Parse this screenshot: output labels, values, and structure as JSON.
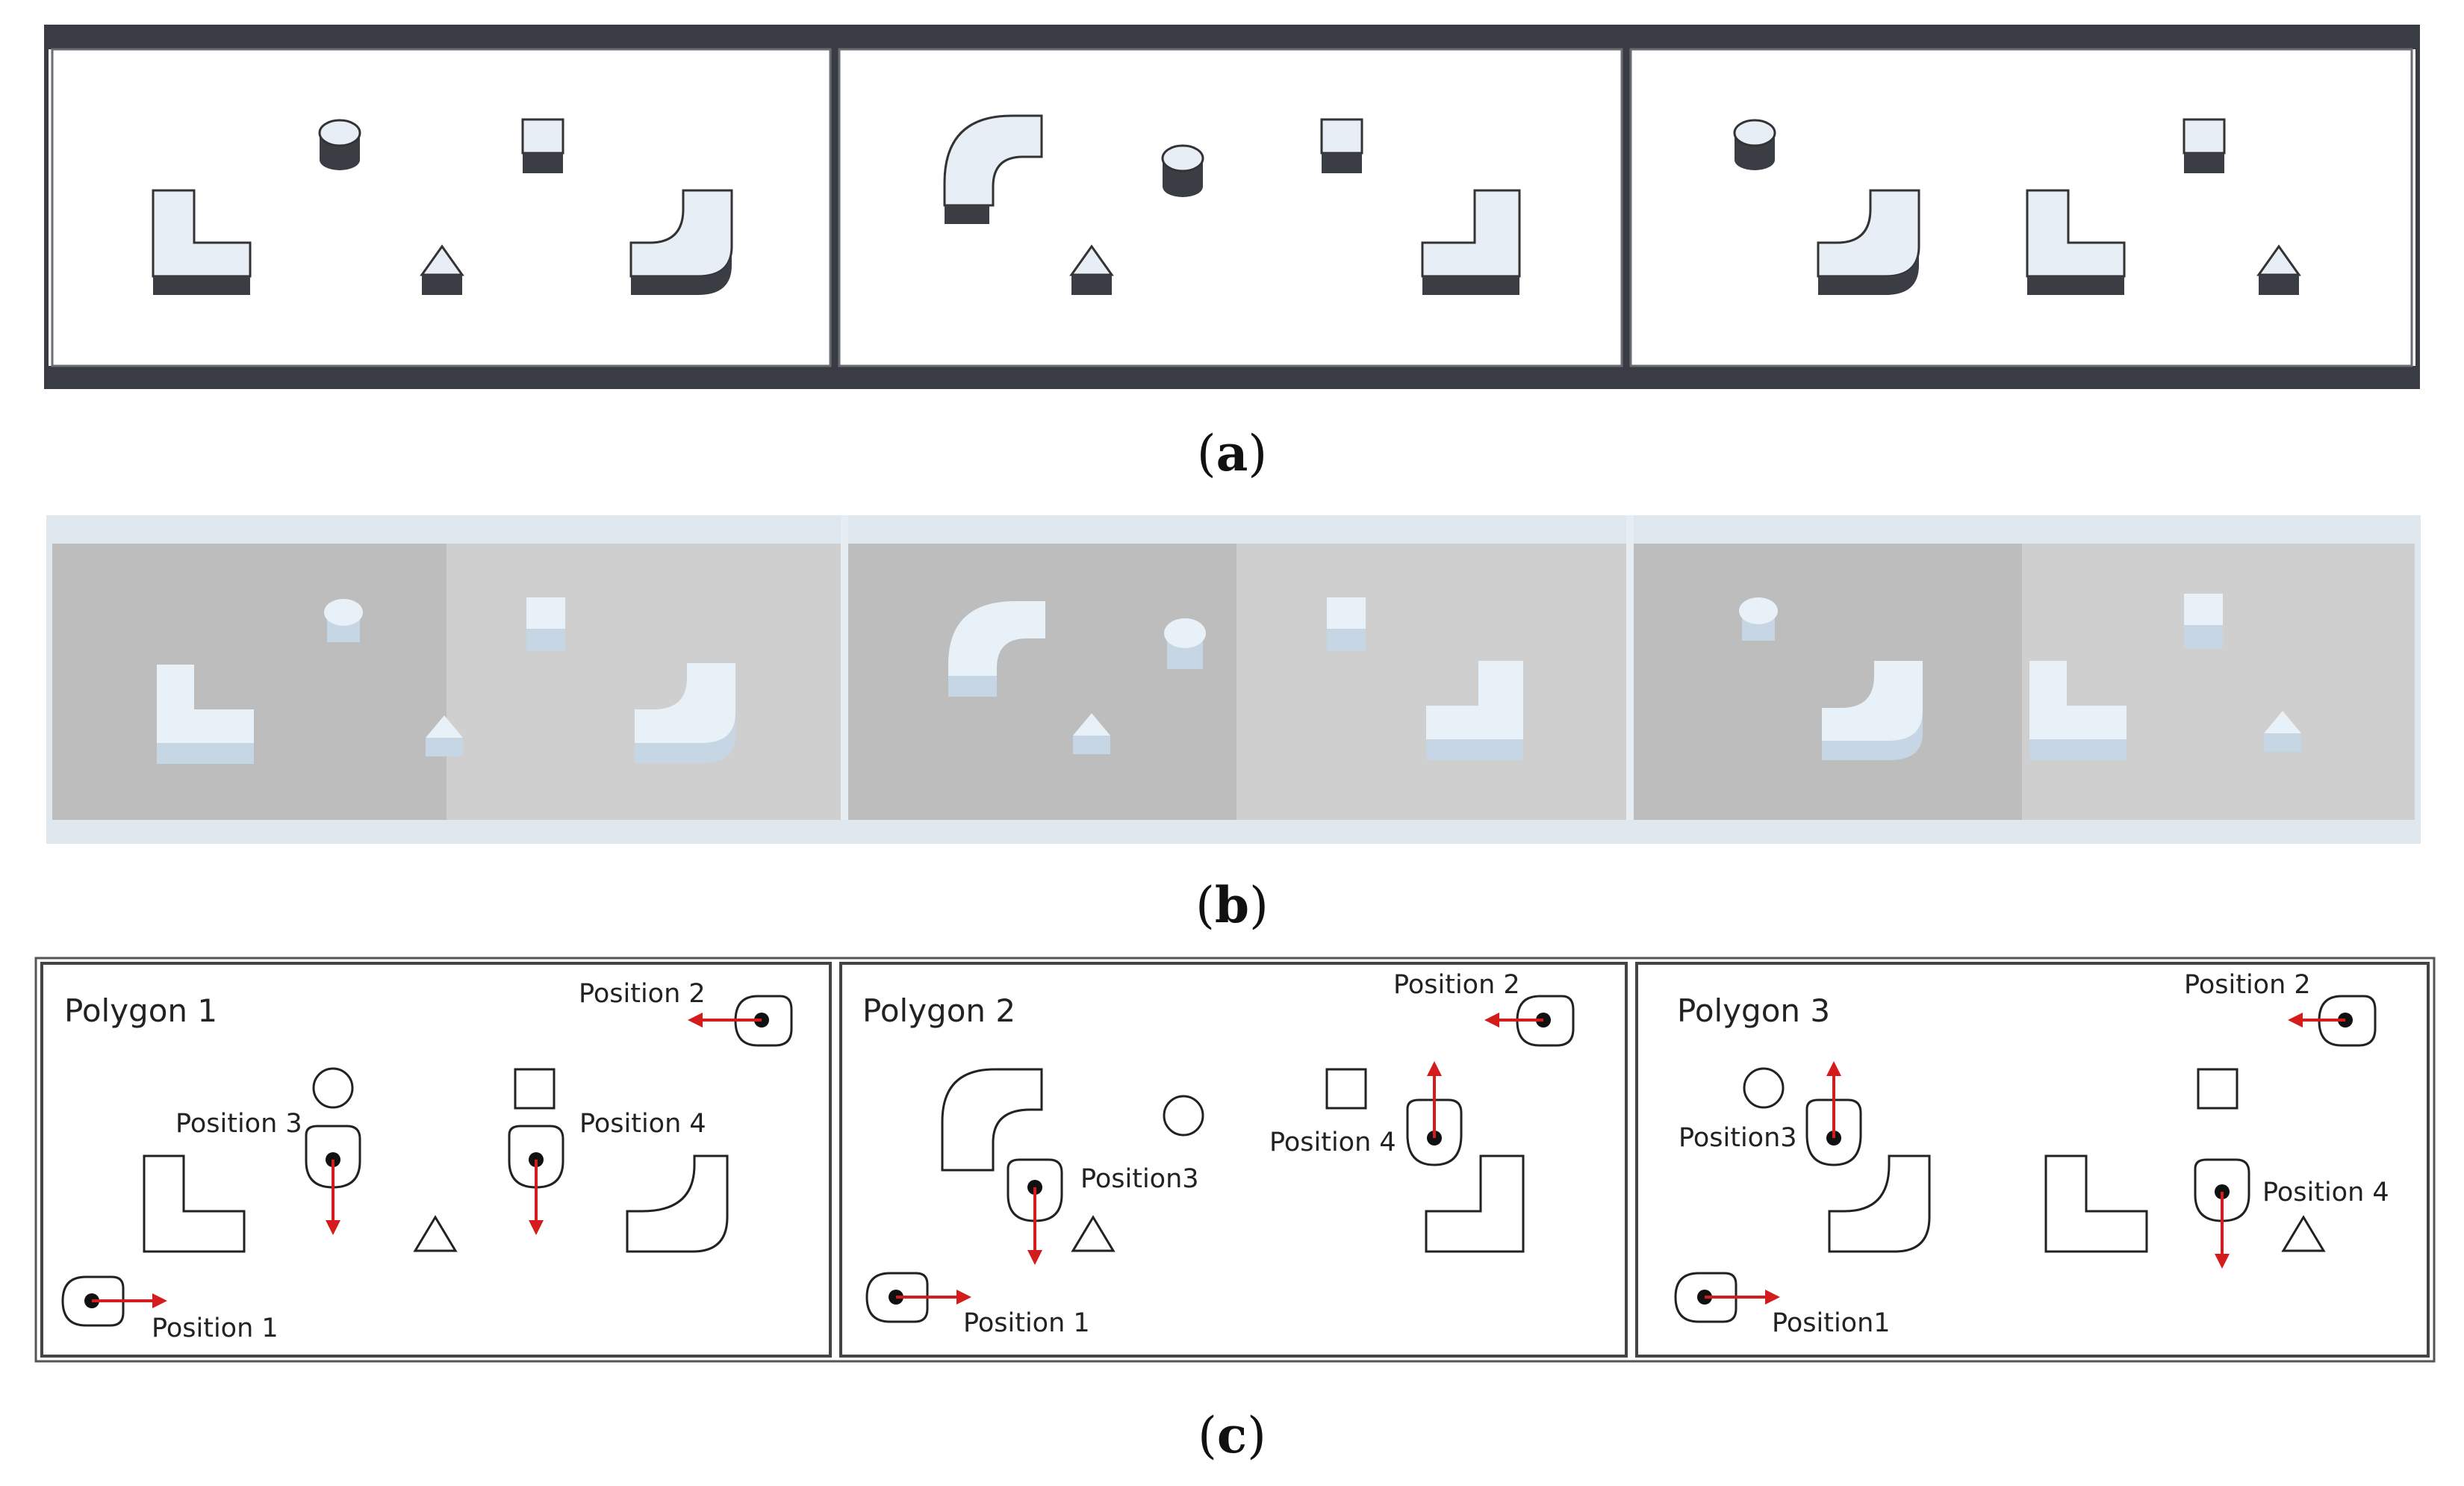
{
  "captions": {
    "a": {
      "letter": "a",
      "open": "(",
      "close": ")"
    },
    "b": {
      "letter": "b",
      "open": "(",
      "close": ")"
    },
    "c": {
      "letter": "c",
      "open": "(",
      "close": ")"
    }
  },
  "panel_c": {
    "polygons": [
      {
        "title": "Polygon 1",
        "positions": {
          "p1": "Position 1",
          "p2": "Position 2",
          "p3": "Position 3",
          "p4": "Position 4"
        }
      },
      {
        "title": "Polygon 2",
        "positions": {
          "p1": "Position 1",
          "p2": "Position 2",
          "p3": "Position3",
          "p4": "Position 4"
        }
      },
      {
        "title": "Polygon 3",
        "positions": {
          "p1": "Position1",
          "p2": "Position 2",
          "p3": "Position3",
          "p4": "Position 4"
        }
      }
    ]
  },
  "colors": {
    "arrow": "#d41c1c",
    "shape_face": "#e8eef6",
    "shape_side": "#3b3d45",
    "frame_dark": "#3a3c44",
    "render_gray_dark": "#bdbdbd",
    "render_gray_light": "#cfcfcf",
    "render_shape": "#dde8f2"
  }
}
